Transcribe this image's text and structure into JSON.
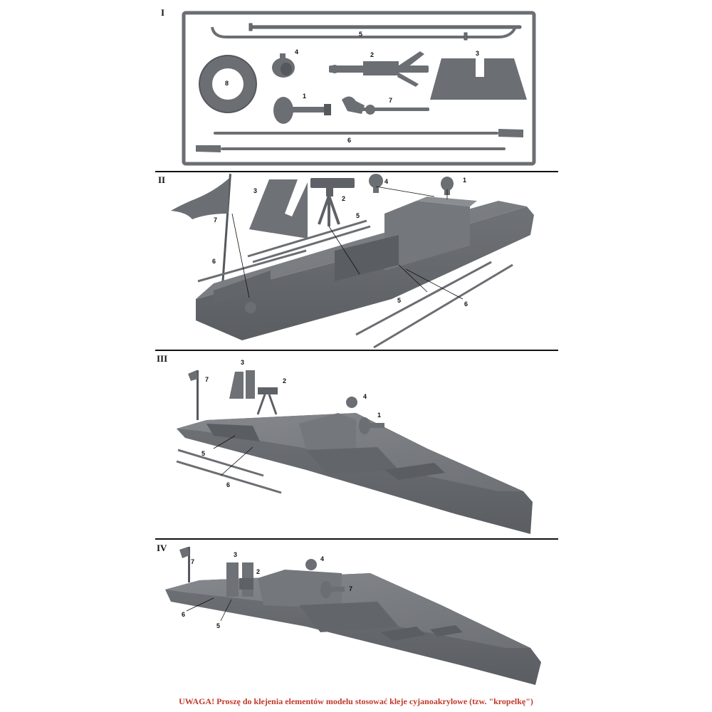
{
  "steps": [
    {
      "label": "I"
    },
    {
      "label": "II"
    },
    {
      "label": "III"
    },
    {
      "label": "IV"
    }
  ],
  "sprue_parts": [
    "5",
    "4",
    "2",
    "3",
    "8",
    "1",
    "7",
    "6"
  ],
  "step2_parts": [
    "3",
    "2",
    "4",
    "1",
    "7",
    "5",
    "6",
    "5",
    "6"
  ],
  "step3_parts": [
    "7",
    "3",
    "2",
    "4",
    "1",
    "5",
    "6"
  ],
  "step4_parts": [
    "7",
    "3",
    "2",
    "4",
    "7",
    "6",
    "5"
  ],
  "warning": "UWAGA! Proszę do klejenia elementów modelu stosować kleje cyjanoakrylowe (tzw. \"kropelkę\")",
  "colors": {
    "part": "#6b6e72",
    "part_dark": "#55585c",
    "part_light": "#82858a",
    "warning": "#c0392b"
  }
}
